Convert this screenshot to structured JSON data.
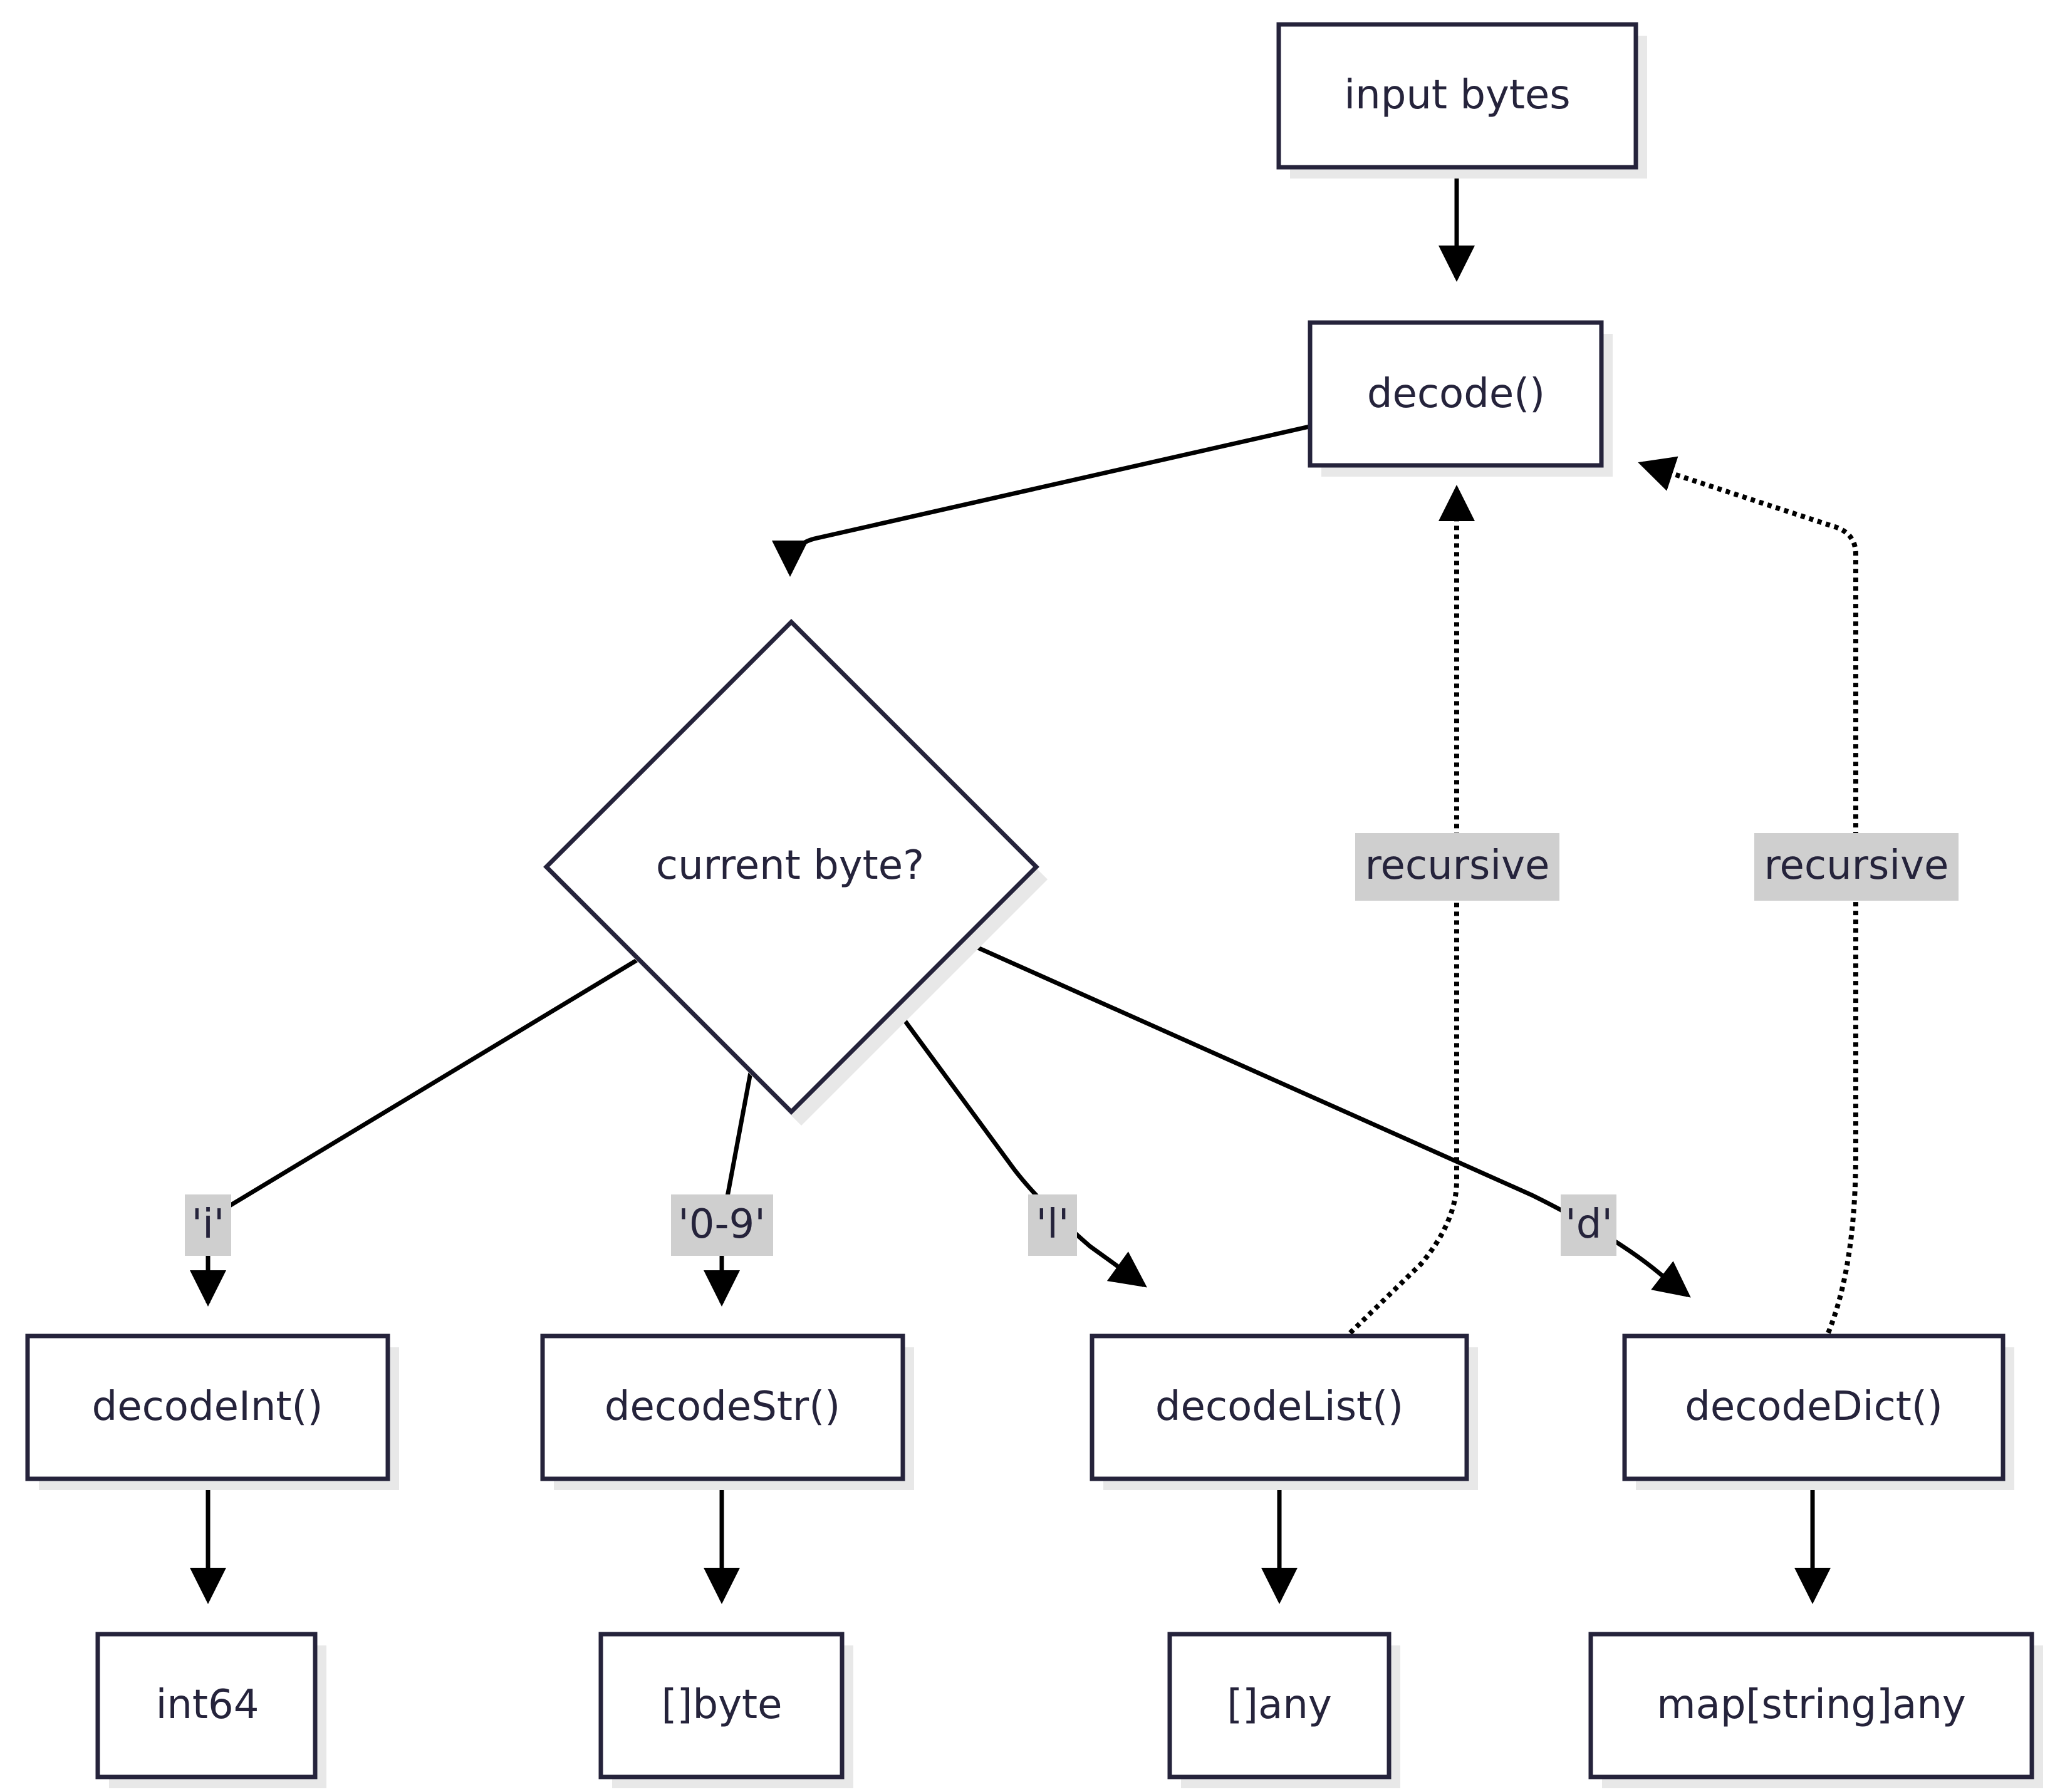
{
  "nodes": {
    "input": "input bytes",
    "decode": "decode()",
    "decision": "current byte?",
    "decode_int": "decodeInt()",
    "decode_str": "decodeStr()",
    "decode_list": "decodeList()",
    "decode_dict": "decodeDict()",
    "out_int": "int64",
    "out_str": "[]byte",
    "out_list": "[]any",
    "out_dict": "map[string]any"
  },
  "edges": {
    "int_label": "'i'",
    "str_label": "'0-9'",
    "list_label": "'l'",
    "dict_label": "'d'",
    "list_recursive_label": "recursive",
    "dict_recursive_label": "recursive"
  },
  "colors": {
    "node_stroke": "#25233b",
    "text": "#25233b",
    "edge": "#000000",
    "label_background": "#cfcfcf",
    "shadow": "#e8e8e8"
  }
}
